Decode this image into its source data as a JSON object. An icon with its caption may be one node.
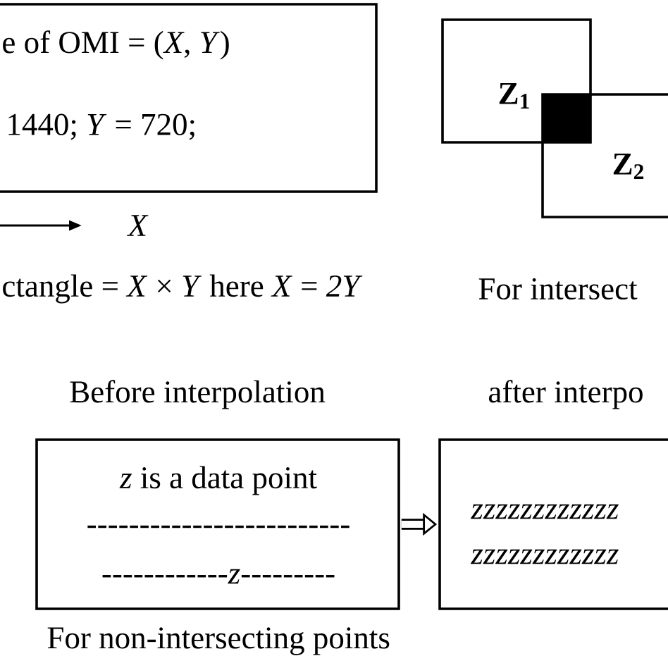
{
  "diagram": {
    "nodes": [
      {
        "text": [
          "e of OMI = (*X*, *Y*)",
          "1440; *Y* = 720;"
        ]
      },
      {
        "text": [
          "Z$_{1}$"
        ]
      },
      {
        "text": [
          "Z$_{2}$"
        ]
      },
      {
        "text": [
          "Before interpolation",
          "*z* is a data point",
          "-------------------------",
          "------------*z*---------"
        ]
      },
      {
        "text": [
          "after interpo",
          "zzzzzzzzzzzz",
          "zzzzzzzzzzzz"
        ]
      }
    ],
    "edges": [
      {
        "from": 3,
        "to": 4,
        "arrow": "to"
      }
    ],
    "labels": [
      "*X*",
      "ctangle = *X* × *Y* here *X* = *2Y*",
      "For intersect",
      "For non-intersecting points"
    ]
  }
}
